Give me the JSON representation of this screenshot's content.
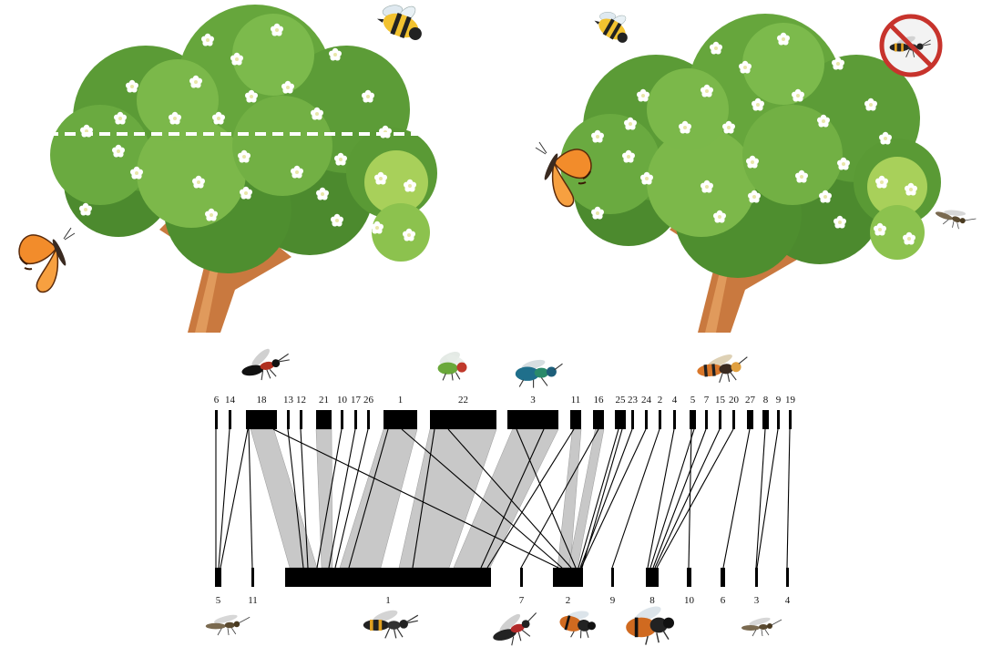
{
  "illustration": {
    "left_tree": {
      "icons": [
        "tree-icon",
        "flower-icon",
        "bee-icon",
        "butterfly-icon"
      ],
      "cut_line": true
    },
    "right_tree": {
      "icons": [
        "tree-icon",
        "flower-icon",
        "bee-icon",
        "butterfly-icon",
        "wasp-icon",
        "no-insect-icon"
      ]
    }
  },
  "network": {
    "top_nodes": [
      {
        "label": "6",
        "w": 3
      },
      {
        "label": "14",
        "w": 3
      },
      {
        "label": "18",
        "w": 34
      },
      {
        "label": "13",
        "w": 3
      },
      {
        "label": "12",
        "w": 3
      },
      {
        "label": "21",
        "w": 17
      },
      {
        "label": "10",
        "w": 3
      },
      {
        "label": "17",
        "w": 3
      },
      {
        "label": "26",
        "w": 3
      },
      {
        "label": "1",
        "w": 37
      },
      {
        "label": "22",
        "w": 73
      },
      {
        "label": "3",
        "w": 56
      },
      {
        "label": "11",
        "w": 12
      },
      {
        "label": "16",
        "w": 12
      },
      {
        "label": "25",
        "w": 12
      },
      {
        "label": "23",
        "w": 3
      },
      {
        "label": "24",
        "w": 3
      },
      {
        "label": "2",
        "w": 3
      },
      {
        "label": "4",
        "w": 3
      },
      {
        "label": "5",
        "w": 7
      },
      {
        "label": "7",
        "w": 3
      },
      {
        "label": "15",
        "w": 3
      },
      {
        "label": "20",
        "w": 3
      },
      {
        "label": "27",
        "w": 7
      },
      {
        "label": "8",
        "w": 7
      },
      {
        "label": "9",
        "w": 3
      },
      {
        "label": "19",
        "w": 3
      }
    ],
    "bottom_nodes": [
      {
        "label": "5",
        "w": 7
      },
      {
        "label": "11",
        "w": 3
      },
      {
        "label": "1",
        "w": 226
      },
      {
        "label": "7",
        "w": 3
      },
      {
        "label": "2",
        "w": 33
      },
      {
        "label": "9",
        "w": 3
      },
      {
        "label": "8",
        "w": 14
      },
      {
        "label": "10",
        "w": 5
      },
      {
        "label": "6",
        "w": 5
      },
      {
        "label": "3",
        "w": 3
      },
      {
        "label": "4",
        "w": 3
      }
    ],
    "colors": {
      "bar": "#000000",
      "band": "#c8c8c8",
      "line": "#000000"
    }
  },
  "insects": {
    "top": [
      "wasp-icon",
      "fly-icon",
      "cuckoo-wasp-icon",
      "hornet-icon"
    ],
    "bottom": [
      "parasitoid-wasp-icon",
      "wasp-icon",
      "sawfly-icon",
      "bee-icon",
      "hornet-icon",
      "ichneumon-icon"
    ]
  }
}
